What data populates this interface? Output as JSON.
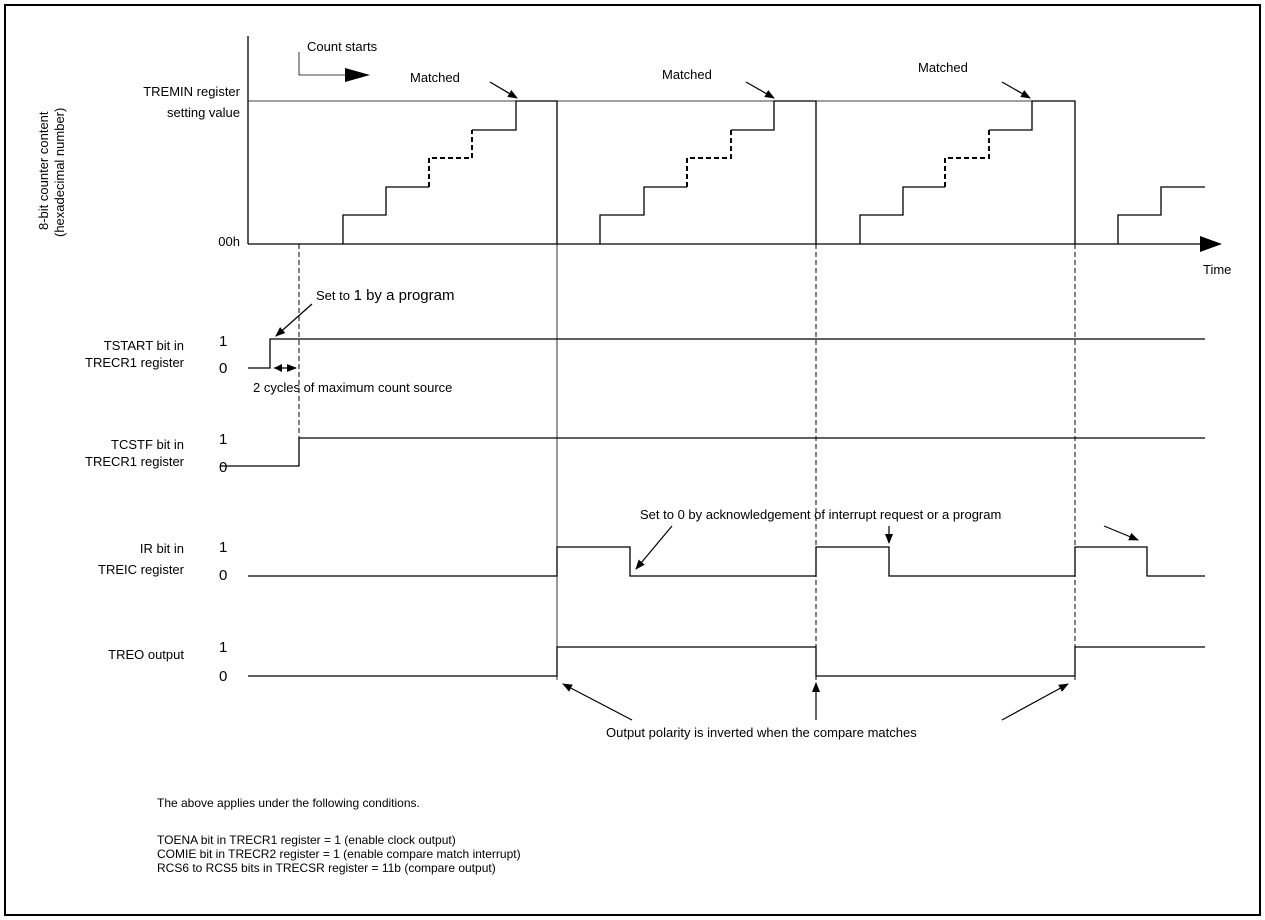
{
  "counter_axis": {
    "ylabel_line1": "8-bit counter content",
    "ylabel_line2": "(hexadecimal number)",
    "tremin_line1": "TREMIN register",
    "tremin_line2": "setting value",
    "zero_label": "00h",
    "time_label": "Time",
    "count_starts": "Count starts",
    "matched": "Matched"
  },
  "program_set_label": "Set to ",
  "program_set_big": "1 by a program",
  "cycles_label": "2 cycles of maximum count source",
  "ir_clear_label": "Set to 0 by acknowledgement of interrupt request or a program",
  "polarity_label": "Output polarity is inverted when the compare matches",
  "signals": [
    {
      "line1": "TSTART bit in",
      "line2": "TRECR1 register",
      "high": "1",
      "low": "0"
    },
    {
      "line1": "TCSTF bit in",
      "line2": "TRECR1 register",
      "high": "1",
      "low": "0"
    },
    {
      "line1": "IR bit in",
      "line2": "TREIC register",
      "high": "1",
      "low": "0"
    },
    {
      "line1": "TREO output",
      "line2": "",
      "high": "1",
      "low": "0"
    }
  ],
  "conditions": {
    "intro": "The above applies under the following conditions.",
    "lines": [
      "TOENA bit in TRECR1 register = 1 (enable clock output)",
      "COMIE bit in TRECR2 register = 1 (enable compare match interrupt)",
      "RCS6 to RCS5 bits in TRECSR register = 11b (compare output)"
    ]
  }
}
